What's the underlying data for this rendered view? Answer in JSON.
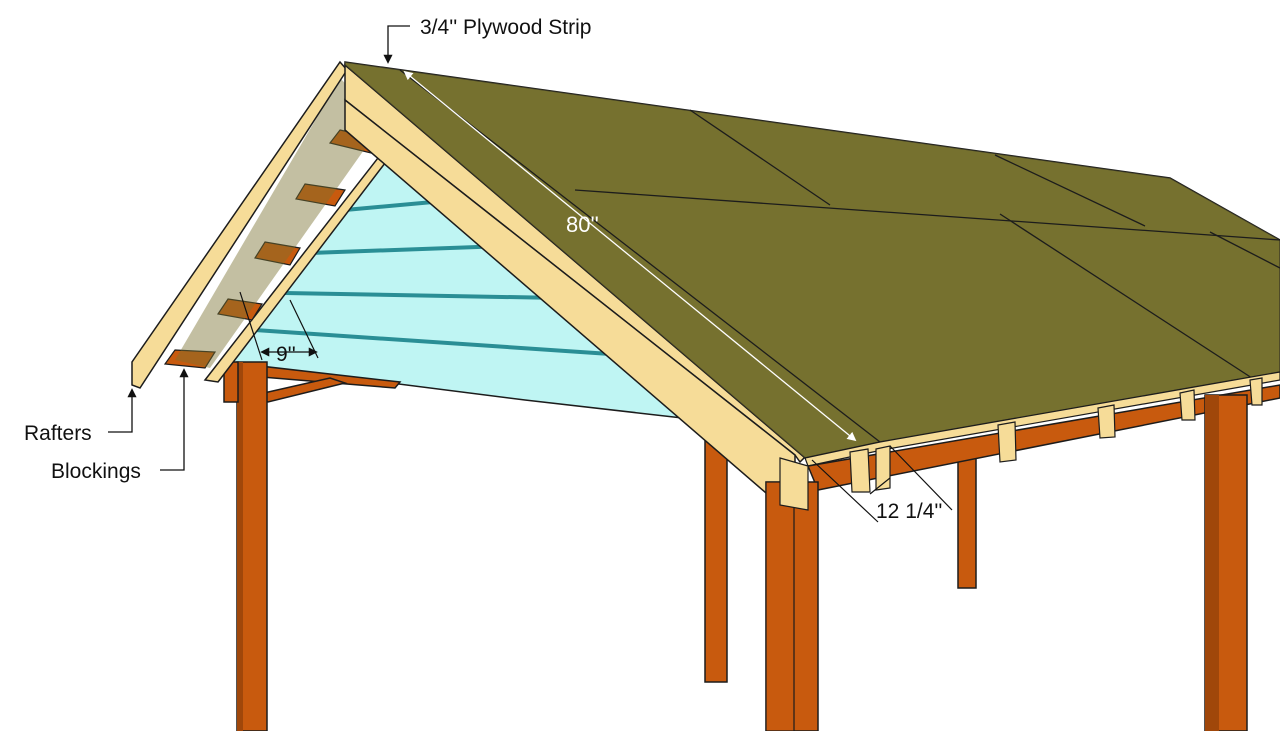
{
  "labels": {
    "plywood_strip": "3/4'' Plywood Strip",
    "rafters": "Rafters",
    "blockings": "Blockings"
  },
  "dimensions": {
    "rake_length": "80''",
    "overhang": "12 1/4''",
    "blocking_spacing": "9''"
  },
  "colors": {
    "plywood": "#6f6a2a",
    "plywood_light": "#7f7935",
    "rafter_wood": "#f6dc98",
    "rafter_edge": "#e3c47a",
    "post_wood": "#c85a0e",
    "post_dark": "#a0470a",
    "gable_siding": "#bff5f3",
    "siding_line": "#2a8e95",
    "outline": "#1c1c1c"
  }
}
